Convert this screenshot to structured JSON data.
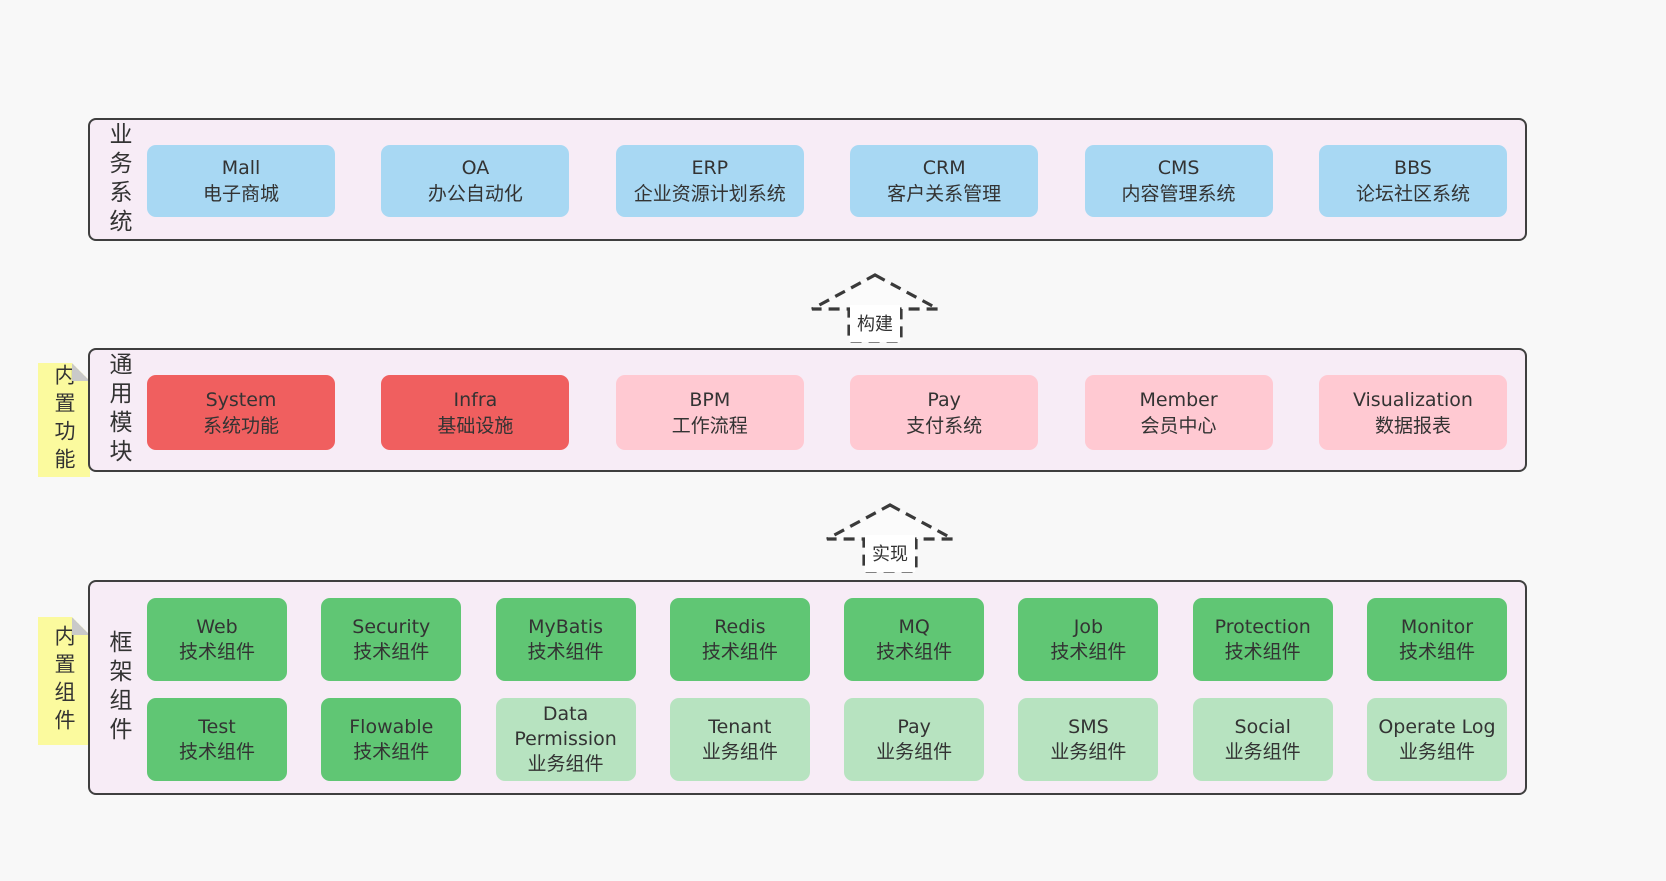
{
  "colors": {
    "page_background": "#f8f8f8",
    "container_fill": "#f7ecf6",
    "container_border": "#3f3f3f",
    "business_box": "#a8d8f3",
    "core_module_box": "#f05f5f",
    "optional_module_box": "#ffc9d2",
    "tech_component_box": "#60c674",
    "biz_component_box": "#b7e3c0",
    "sticky_note": "#fbfa9e",
    "sticky_fold": "#c9c9c9",
    "text": "#333333"
  },
  "layers": {
    "business": {
      "side_label": "业务系统",
      "boxes": [
        {
          "name": "Mall",
          "desc": "电子商城",
          "variant": "blue"
        },
        {
          "name": "OA",
          "desc": "办公自动化",
          "variant": "blue"
        },
        {
          "name": "ERP",
          "desc": "企业资源计划系统",
          "variant": "blue"
        },
        {
          "name": "CRM",
          "desc": "客户关系管理",
          "variant": "blue"
        },
        {
          "name": "CMS",
          "desc": "内容管理系统",
          "variant": "blue"
        },
        {
          "name": "BBS",
          "desc": "论坛社区系统",
          "variant": "blue"
        }
      ]
    },
    "modules": {
      "side_label": "通用模块",
      "sticky": "内置功能",
      "boxes": [
        {
          "name": "System",
          "desc": "系统功能",
          "variant": "red"
        },
        {
          "name": "Infra",
          "desc": "基础设施",
          "variant": "red"
        },
        {
          "name": "BPM",
          "desc": "工作流程",
          "variant": "pink"
        },
        {
          "name": "Pay",
          "desc": "支付系统",
          "variant": "pink"
        },
        {
          "name": "Member",
          "desc": "会员中心",
          "variant": "pink"
        },
        {
          "name": "Visualization",
          "desc": "数据报表",
          "variant": "pink"
        }
      ]
    },
    "components": {
      "side_label": "框架组件",
      "sticky": "内置组件",
      "row1": [
        {
          "name": "Web",
          "desc": "技术组件",
          "variant": "green"
        },
        {
          "name": "Security",
          "desc": "技术组件",
          "variant": "green"
        },
        {
          "name": "MyBatis",
          "desc": "技术组件",
          "variant": "green"
        },
        {
          "name": "Redis",
          "desc": "技术组件",
          "variant": "green"
        },
        {
          "name": "MQ",
          "desc": "技术组件",
          "variant": "green"
        },
        {
          "name": "Job",
          "desc": "技术组件",
          "variant": "green"
        },
        {
          "name": "Protection",
          "desc": "技术组件",
          "variant": "green"
        },
        {
          "name": "Monitor",
          "desc": "技术组件",
          "variant": "green"
        }
      ],
      "row2": [
        {
          "name": "Test",
          "desc": "技术组件",
          "variant": "green"
        },
        {
          "name": "Flowable",
          "desc": "技术组件",
          "variant": "green"
        },
        {
          "name": "Data Permission",
          "desc": "业务组件",
          "variant": "green-light"
        },
        {
          "name": "Tenant",
          "desc": "业务组件",
          "variant": "green-light"
        },
        {
          "name": "Pay",
          "desc": "业务组件",
          "variant": "green-light"
        },
        {
          "name": "SMS",
          "desc": "业务组件",
          "variant": "green-light"
        },
        {
          "name": "Social",
          "desc": "业务组件",
          "variant": "green-light"
        },
        {
          "name": "Operate Log",
          "desc": "业务组件",
          "variant": "green-light"
        }
      ]
    }
  },
  "arrows": {
    "build": "构建",
    "implement": "实现"
  }
}
